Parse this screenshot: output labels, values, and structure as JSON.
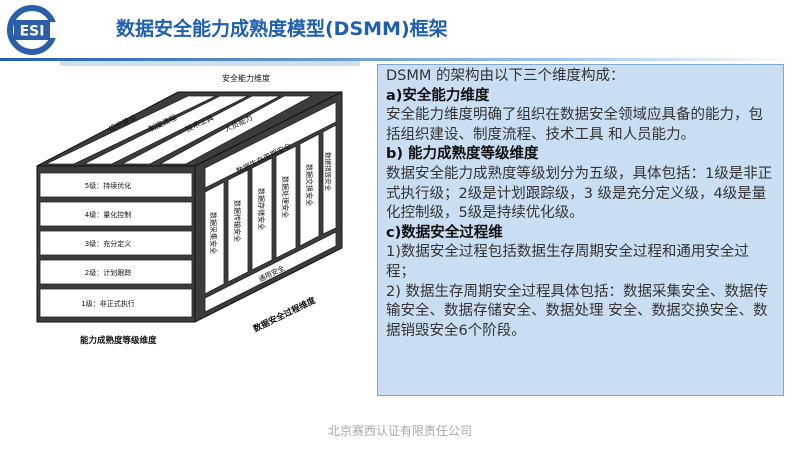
{
  "logo": {
    "text": "ESI"
  },
  "title": "数据安全能力成熟度模型(DSMM)框架",
  "diagram": {
    "top_label": "安全能力维度",
    "capability_items": [
      "组织建设",
      "制度流程",
      "技术工具",
      "人员能力"
    ],
    "levels": [
      "5级：持续优化",
      "4级：量化控制",
      "3级：充分定义",
      "2级：计划跟踪",
      "1级：非正式执行"
    ],
    "left_label": "能力成熟度等级维度",
    "lifecycle_label": "数据生存周期安全",
    "stages": [
      "数据采集安全",
      "数据传输安全",
      "数据存储安全",
      "数据处理安全",
      "数据交换安全",
      "数据销毁安全"
    ],
    "general_label": "通用安全",
    "right_label": "数据安全过程维度"
  },
  "content": {
    "intro": "DSMM 的架构由以下三个维度构成：",
    "a_title": "a)安全能力维度",
    "a_body": "安全能力维度明确了组织在数据安全领域应具备的能力，包括组织建设、制度流程、技术工具 和人员能力。",
    "b_title": "b) 能力成熟度等级维度",
    "b_body": "数据安全能力成熟度等级划分为五级，具体包括：1级是非正式执行级；2级是计划跟踪级，3 级是充分定义级，4级是量化控制级，5级是持续优化级。",
    "c_title": "c)数据安全过程维",
    "c_body1": "1)数据安全过程包括数据生存周期安全过程和通用安全过程；",
    "c_body2": "2) 数据生存周期安全过程具体包括：数据采集安全、数据传输安全、数据存储安全、数据处理 安全、数据交换安全、数据销毁安全6个阶段。"
  },
  "footer": "北京赛西认证有限责任公司",
  "colors": {
    "title": "#1f5fb0",
    "panel_bg": "#c9def3",
    "panel_border": "#7ea7d6",
    "logo": "#2b5ea8"
  }
}
